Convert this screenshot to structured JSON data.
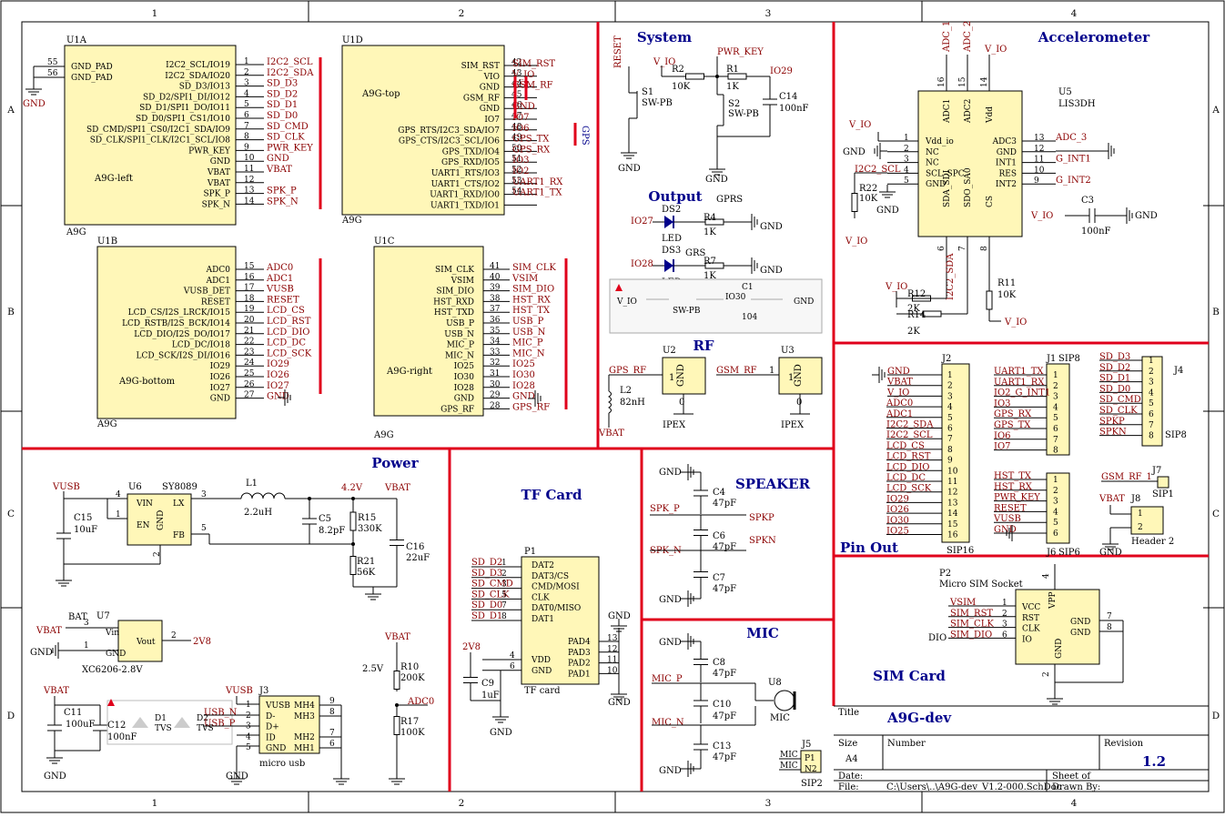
{
  "frame": {
    "columns": [
      "1",
      "2",
      "3",
      "4"
    ],
    "rows": [
      "A",
      "B",
      "C",
      "D"
    ]
  },
  "sections": {
    "system": "System",
    "accelerometer": "Accelerometer",
    "output": "Output",
    "rf": "RF",
    "power": "Power",
    "tfcard": "TF Card",
    "speaker": "SPEAKER",
    "mic": "MIC",
    "pinout": "Pin Out",
    "simcard": "SIM Card"
  },
  "u1a": {
    "ref": "U1A",
    "part": "A9G",
    "body": "A9G-left",
    "left_pins": [
      {
        "num": "55",
        "name": "GND_PAD"
      },
      {
        "num": "56",
        "name": "GND_PAD"
      }
    ],
    "pins": [
      {
        "num": "1",
        "name": "I2C2_SCL/IO19",
        "net": "I2C2_SCL"
      },
      {
        "num": "2",
        "name": "I2C2_SDA/IO20",
        "net": "I2C2_SDA"
      },
      {
        "num": "3",
        "name": "SD_D3/IO13",
        "net": "SD_D3"
      },
      {
        "num": "4",
        "name": "SD_D2/SPI1_DI/IO12",
        "net": "SD_D2"
      },
      {
        "num": "5",
        "name": "SD_D1/SPI1_DO/IO11",
        "net": "SD_D1"
      },
      {
        "num": "6",
        "name": "SD_D0/SPI1_CS1/IO10",
        "net": "SD_D0"
      },
      {
        "num": "7",
        "name": "SD_CMD/SPI1_CS0/I2C1_SDA/IO9",
        "net": "SD_CMD"
      },
      {
        "num": "8",
        "name": "SD_CLK/SPI1_CLK/I2C1_SCL/IO8",
        "net": "SD_CLK"
      },
      {
        "num": "9",
        "name": "PWR_KEY",
        "net": "PWR_KEY"
      },
      {
        "num": "10",
        "name": "GND",
        "net": "GND"
      },
      {
        "num": "11",
        "name": "VBAT",
        "net": "VBAT"
      },
      {
        "num": "12",
        "name": "VBAT",
        "net": ""
      },
      {
        "num": "13",
        "name": "SPK_P",
        "net": "SPK_P"
      },
      {
        "num": "14",
        "name": "SPK_N",
        "net": "SPK_N"
      }
    ]
  },
  "u1d": {
    "ref": "U1D",
    "part": "A9G",
    "body": "A9G-top",
    "pins": [
      {
        "num": "42",
        "name": "SIM_RST",
        "net": "SIM_RST"
      },
      {
        "num": "43",
        "name": "VIO",
        "net": "V_IO"
      },
      {
        "num": "44",
        "name": "GND",
        "net": "GSM_RF"
      },
      {
        "num": "45",
        "name": "GSM_RF",
        "net": ""
      },
      {
        "num": "46",
        "name": "GND",
        "net": "GND"
      },
      {
        "num": "47",
        "name": "IO7",
        "net": "IO7"
      },
      {
        "num": "48",
        "name": "GPS_RTS/I2C3_SDA/IO7",
        "net": "IO6"
      },
      {
        "num": "49",
        "name": "GPS_CTS/I2C3_SCL/IO6",
        "net": "GPS_TX"
      },
      {
        "num": "50",
        "name": "GPS_TXD/IO4",
        "net": "GPS_RX"
      },
      {
        "num": "51",
        "name": "GPS_RXD/IO5",
        "net": "IO3"
      },
      {
        "num": "52",
        "name": "UART1_RTS/IO3",
        "net": "IO2"
      },
      {
        "num": "53",
        "name": "UART1_CTS/IO2",
        "net": "UART1_RX"
      },
      {
        "num": "54",
        "name": "UART1_RXD/IO0",
        "net": "UART1_TX"
      },
      {
        "num": "",
        "name": "UART1_TXD/IO1",
        "net": ""
      }
    ],
    "gps_label": "GPS"
  },
  "u1b": {
    "ref": "U1B",
    "part": "A9G",
    "body": "A9G-bottom",
    "pins": [
      {
        "num": "15",
        "name": "ADC0",
        "net": "ADC0"
      },
      {
        "num": "16",
        "name": "ADC1",
        "net": "ADC1"
      },
      {
        "num": "17",
        "name": "VUSB_DET",
        "net": "VUSB"
      },
      {
        "num": "18",
        "name": "RESET",
        "net": "RESET"
      },
      {
        "num": "19",
        "name": "LCD_CS/I2S_LRCK/IO15",
        "net": "LCD_CS"
      },
      {
        "num": "20",
        "name": "LCD_RSTB/I2S_BCK/IO14",
        "net": "LCD_RST"
      },
      {
        "num": "21",
        "name": "LCD_DIO/I2S_DO/IO17",
        "net": "LCD_DIO"
      },
      {
        "num": "22",
        "name": "LCD_DC/IO18",
        "net": "LCD_DC"
      },
      {
        "num": "23",
        "name": "LCD_SCK/I2S_DI/IO16",
        "net": "LCD_SCK"
      },
      {
        "num": "24",
        "name": "IO29",
        "net": "IO29"
      },
      {
        "num": "25",
        "name": "IO26",
        "net": "IO26"
      },
      {
        "num": "26",
        "name": "IO27",
        "net": "IO27"
      },
      {
        "num": "27",
        "name": "GND",
        "net": "GND"
      }
    ]
  },
  "u1c": {
    "ref": "U1C",
    "part": "A9G",
    "body": "A9G-right",
    "pins": [
      {
        "num": "41",
        "name": "SIM_CLK",
        "net": "SIM_CLK"
      },
      {
        "num": "40",
        "name": "VSIM",
        "net": "VSIM"
      },
      {
        "num": "39",
        "name": "SIM_DIO",
        "net": "SIM_DIO"
      },
      {
        "num": "38",
        "name": "HST_RXD",
        "net": "HST_RX"
      },
      {
        "num": "37",
        "name": "HST_TXD",
        "net": "HST_TX"
      },
      {
        "num": "36",
        "name": "USB_P",
        "net": "USB_P"
      },
      {
        "num": "35",
        "name": "USB_N",
        "net": "USB_N"
      },
      {
        "num": "34",
        "name": "MIC_P",
        "net": "MIC_P"
      },
      {
        "num": "33",
        "name": "MIC_N",
        "net": "MIC_N"
      },
      {
        "num": "32",
        "name": "IO25",
        "net": "IO25"
      },
      {
        "num": "31",
        "name": "IO30",
        "net": "IO30"
      },
      {
        "num": "30",
        "name": "IO28",
        "net": "IO28"
      },
      {
        "num": "29",
        "name": "GND",
        "net": "GND"
      },
      {
        "num": "28",
        "name": "GPS_RF",
        "net": "GPS_RF"
      }
    ]
  },
  "system": {
    "reset": "RESET",
    "vio": "V_IO",
    "r2": "R2",
    "r2v": "10K",
    "r1": "R1",
    "r1v": "1K",
    "pwrkey": "PWR_KEY",
    "io29": "IO29",
    "s1": "S1",
    "s1v": "SW-PB",
    "s2": "S2",
    "s2v": "SW-PB",
    "c14": "C14",
    "c14v": "100nF",
    "gnd": "GND"
  },
  "output": {
    "gprs": "GPRS",
    "ds2": "DS2",
    "io27": "IO27",
    "led": "LED",
    "r4": "R4",
    "r4v": "1K",
    "grs": "GRS",
    "ds3": "DS3",
    "io28": "IO28",
    "r7": "R7",
    "r7v": "1K",
    "gnd": "GND",
    "ghost_vio": "V_IO",
    "ghost_sw": "SW-PB",
    "ghost_io30": "IO30",
    "ghost_c1": "C1",
    "ghost_c1v": "104",
    "ghost_gnd": "GND"
  },
  "rf": {
    "u2": "U2",
    "u3": "U3",
    "gps_rf": "GPS_RF",
    "gsm_rf": "GSM_RF",
    "l2": "L2",
    "l2v": "82nH",
    "vbat": "VBAT",
    "ipex": "IPEX",
    "gnd": "GND",
    "one": "1",
    "zero": "0"
  },
  "accel": {
    "ref": "U5",
    "part": "LIS3DH",
    "adc1": "ADC_1",
    "adc2": "ADC_2",
    "vio": "V_IO",
    "pins_left": [
      {
        "num": "1",
        "name": "Vdd_io"
      },
      {
        "num": "2",
        "name": "NC"
      },
      {
        "num": "3",
        "name": "NC"
      },
      {
        "num": "4",
        "name": "SCL_SPC"
      },
      {
        "num": "5",
        "name": "GND"
      }
    ],
    "pins_right": [
      {
        "num": "13",
        "name": "ADC3",
        "net": "ADC_3"
      },
      {
        "num": "12",
        "name": "GND",
        "net": ""
      },
      {
        "num": "11",
        "name": "INT1",
        "net": "G_INT1"
      },
      {
        "num": "10",
        "name": "RES",
        "net": ""
      },
      {
        "num": "9",
        "name": "INT2",
        "net": "G_INT2"
      }
    ],
    "top_pins": [
      {
        "num": "16",
        "name": "ADC1"
      },
      {
        "num": "15",
        "name": "ADC2"
      },
      {
        "num": "14",
        "name": "Vdd"
      }
    ],
    "bot_pins": [
      {
        "num": "6",
        "name": "SDA_SDI"
      },
      {
        "num": "7",
        "name": "SDO_SA0"
      },
      {
        "num": "8",
        "name": "CS"
      }
    ],
    "i2c2scl": "I2C2_SCL",
    "i2c2sda": "I2C2_SDA",
    "r22": "R22",
    "r22v": "10K",
    "r12": "R12",
    "r12v": "2K",
    "r14": "R14",
    "r14v": "2K",
    "r11": "R11",
    "r11v": "10K",
    "c3": "C3",
    "c3v": "100nF",
    "gnd": "GND"
  },
  "power": {
    "vusb": "VUSB",
    "u6": "U6",
    "sy": "SY8089",
    "vin": "VIN",
    "lx": "LX",
    "en": "EN",
    "fb": "FB",
    "gndpin": "GND",
    "l1": "L1",
    "l1v": "2.2uH",
    "v42": "4.2V",
    "vbat": "VBAT",
    "c15": "C15",
    "c15v": "10uF",
    "c5": "C5",
    "c5v": "8.2pF",
    "r15": "R15",
    "r15v": "330K",
    "c16": "C16",
    "c16v": "22uF",
    "r21": "R21",
    "r21v": "56K",
    "bat": "BAT",
    "u7": "U7",
    "vinl": "Vin",
    "vout": "Vout",
    "gnd": "GND",
    "v28": "2V8",
    "xc": "XC6206-2.8V",
    "r10": "R10",
    "r10v": "200K",
    "v25": "2.5V",
    "adc0": "ADC0",
    "r17": "R17",
    "r17v": "100K",
    "c11": "C11",
    "c11v": "100uF",
    "c12": "C12",
    "c12v": "100nF",
    "d1": "D1",
    "d1v": "TVS",
    "d2": "D2",
    "d2v": "TVS",
    "usbn": "USB_N",
    "usbp": "USB_P",
    "j3": "J3",
    "j3v": "micro usb",
    "j3pins": [
      {
        "num": "1",
        "name": "VUSB"
      },
      {
        "num": "2",
        "name": "D-"
      },
      {
        "num": "3",
        "name": "D+"
      },
      {
        "num": "4",
        "name": "ID"
      },
      {
        "num": "5",
        "name": "GND"
      }
    ],
    "j3mh": [
      {
        "num": "9",
        "name": "MH4"
      },
      {
        "num": "8",
        "name": "MH3"
      },
      {
        "num": "7",
        "name": "MH2"
      },
      {
        "num": "6",
        "name": "MH1"
      }
    ],
    "n1": "1",
    "n2": "2",
    "n3": "3",
    "n4": "4",
    "n5": "5"
  },
  "tf": {
    "ref": "P1",
    "part": "TF card",
    "v28": "2V8",
    "c9": "C9",
    "c9v": "1uF",
    "gnd": "GND",
    "pins": [
      {
        "net": "SD_D2",
        "num": "1",
        "name": "DAT2"
      },
      {
        "net": "SD_D3",
        "num": "2",
        "name": "DAT3/CS"
      },
      {
        "net": "SD_CMD",
        "num": "3",
        "name": "CMD/MOSI"
      },
      {
        "net": "SD_CLK",
        "num": "5",
        "name": "CLK"
      },
      {
        "net": "SD_D0",
        "num": "7",
        "name": "DAT0/MISO"
      },
      {
        "net": "SD_D1",
        "num": "8",
        "name": "DAT1"
      }
    ],
    "pwr": [
      {
        "num": "4",
        "name": "VDD"
      },
      {
        "num": "6",
        "name": "GND"
      }
    ],
    "pads": [
      {
        "num": "13",
        "name": "PAD4"
      },
      {
        "num": "12",
        "name": "PAD3"
      },
      {
        "num": "11",
        "name": "PAD2"
      },
      {
        "num": "10",
        "name": "PAD1"
      }
    ]
  },
  "speaker": {
    "c4": "C4",
    "c4v": "47pF",
    "c6": "C6",
    "c6v": "47pF",
    "c7": "C7",
    "c7v": "47pF",
    "spkp": "SPK_P",
    "spkn": "SPK_N",
    "spkp2": "SPKP",
    "spkn2": "SPKN",
    "gnd": "GND"
  },
  "mic": {
    "c8": "C8",
    "c8v": "47pF",
    "c10": "C10",
    "c10v": "47pF",
    "c13": "C13",
    "c13v": "47pF",
    "micp": "MIC_P",
    "micn": "MIC_N",
    "u8": "U8",
    "u8v": "MIC",
    "j5": "J5",
    "j5v": "SIP2",
    "j5a": "MIC",
    "j5b": "MIC",
    "p1": "P1",
    "n2": "N2",
    "gnd": "GND"
  },
  "pinout": {
    "j2": "J2",
    "j2v": "SIP16",
    "j2nets": [
      "GND",
      "VBAT",
      "V_IO",
      "ADC0",
      "ADC1",
      "I2C2_SDA",
      "I2C2_SCL",
      "LCD_CS",
      "LCD_RST",
      "LCD_DIO",
      "LCD_DC",
      "LCD_SCK",
      "IO29",
      "IO26",
      "IO30",
      "IO25"
    ],
    "j1": "J1",
    "j1v": "SIP8",
    "j1nets": [
      "UART1_TX",
      "UART1_RX",
      "IO2_G_INT1",
      "IO3",
      "GPS_RX",
      "GPS_TX",
      "IO6",
      "IO7"
    ],
    "j4": "J4",
    "j4v": "SIP8",
    "j4nets": [
      "SD_D3",
      "SD_D2",
      "SD_D1",
      "SD_D0",
      "SD_CMD",
      "SD_CLK",
      "SPKP",
      "SPKN"
    ],
    "j6": "J6",
    "j6v": "SIP6",
    "j6nets": [
      "HST_TX",
      "HST_RX",
      "PWR_KEY",
      "RESET",
      "VUSB",
      "GND"
    ],
    "j7": "J7",
    "j7v": "SIP1",
    "j7net": "GSM_RF_1",
    "j8": "J8",
    "j8v": "Header 2",
    "j8net": "VBAT",
    "gnd": "GND"
  },
  "sim": {
    "ref": "P2",
    "part": "Micro SIM Socket",
    "pins": [
      {
        "net": "VSIM",
        "num": "1",
        "name": "VCC"
      },
      {
        "net": "SIM_RST",
        "num": "2",
        "name": "RST"
      },
      {
        "net": "SIM_CLK",
        "num": "3",
        "name": "CLK"
      },
      {
        "net": "SIM_DIO",
        "num": "6",
        "name": "IO"
      }
    ],
    "dio": "DIO",
    "vpp": "VPP",
    "vppnum": "4",
    "gnd1": "GND",
    "gnd2": "GND",
    "gnd3": "GND",
    "g7": "7",
    "g8": "8",
    "g2": "2"
  },
  "titleblock": {
    "title_lbl": "Title",
    "title": "A9G-dev",
    "size_lbl": "Size",
    "size": "A4",
    "number_lbl": "Number",
    "rev_lbl": "Revision",
    "rev": "1.2",
    "date_lbl": "Date:",
    "sheet_lbl": "Sheet   of",
    "file_lbl": "File:",
    "file": "C:\\Users\\..\\A9G-dev_V1.2-000.SchDoc",
    "drawn_lbl": "Drawn By:"
  },
  "colors": {
    "wire": "#000000",
    "net": "#8b0000",
    "title": "#00008b",
    "divider": "#e0001b",
    "comp": "#fff7b8"
  }
}
